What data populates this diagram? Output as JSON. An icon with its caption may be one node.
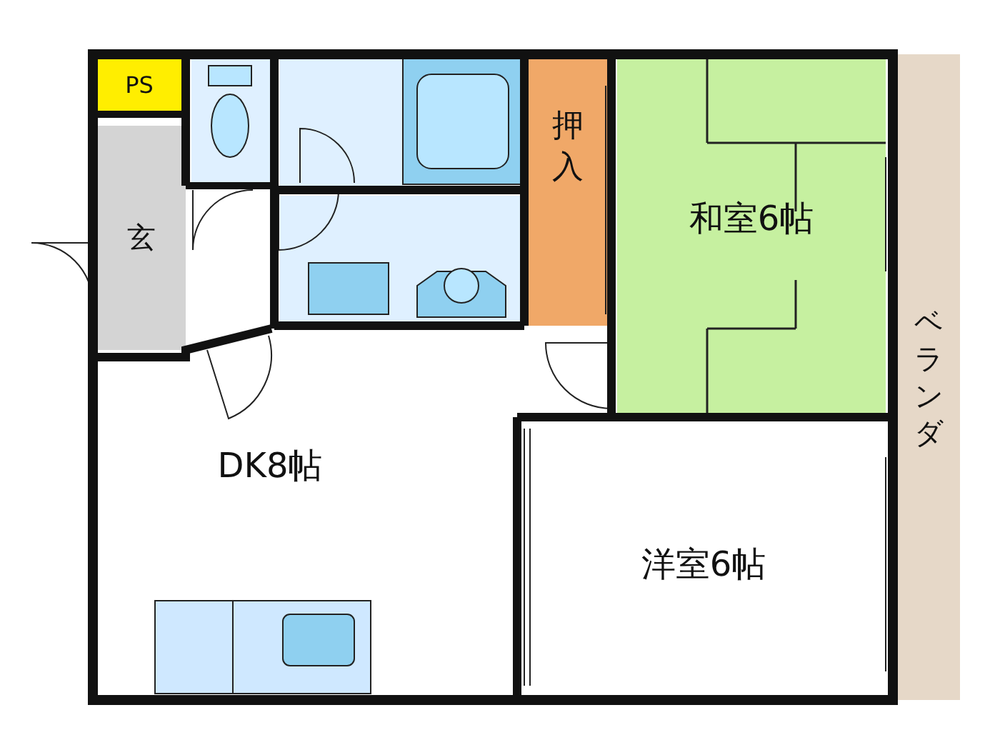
{
  "diagram": {
    "nodes": [
      {
        "text": [
          "PS"
        ]
      },
      {
        "text": [
          "玄"
        ]
      },
      {
        "text": [
          "押入"
        ]
      },
      {
        "text": [
          "和室6帖"
        ]
      },
      {
        "text": [
          "ベランダ"
        ]
      },
      {
        "text": [
          "DK8帖"
        ]
      },
      {
        "text": [
          "洋室6帖"
        ]
      },
      {
        "text": [],
        "shape": "box",
        "in": 5
      }
    ],
    "edges": []
  }
}
